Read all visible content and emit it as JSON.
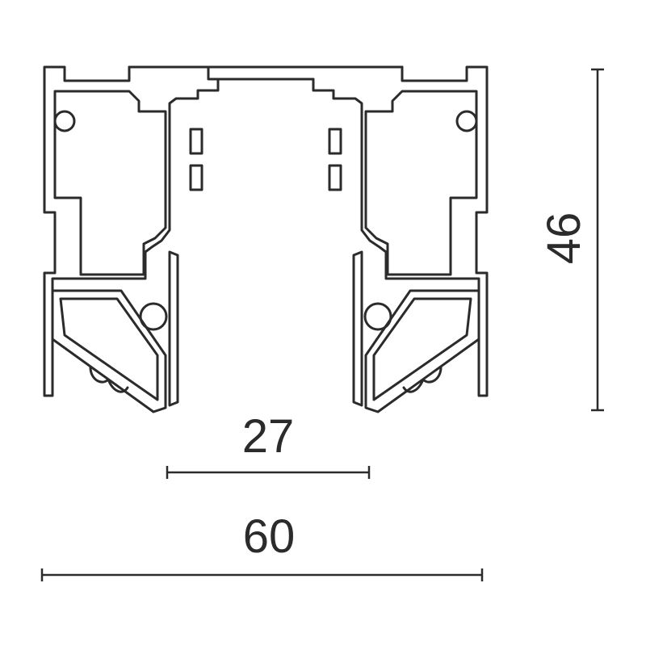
{
  "dimensions": {
    "opening_width": "27",
    "overall_width": "60",
    "overall_height": "46"
  },
  "colors": {
    "line": "#2b2b2b",
    "background": "#ffffff"
  }
}
